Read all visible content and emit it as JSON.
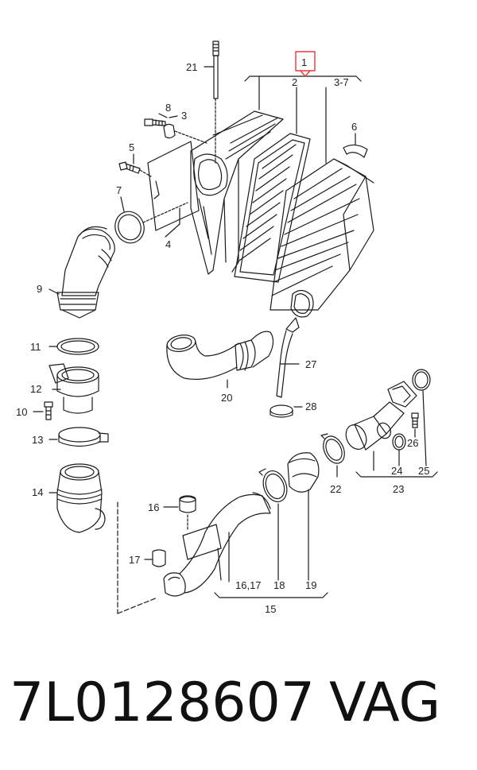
{
  "diagram": {
    "highlighted_label": "1",
    "labels": {
      "l1": "1",
      "l2": "2",
      "l37": "3-7",
      "l3": "3",
      "l4": "4",
      "l5": "5",
      "l6": "6",
      "l7": "7",
      "l8": "8",
      "l9": "9",
      "l10": "10",
      "l11": "11",
      "l12": "12",
      "l13": "13",
      "l14": "14",
      "l15": "15",
      "l16": "16",
      "l1617": "16,17",
      "l17": "17",
      "l18": "18",
      "l19": "19",
      "l20": "20",
      "l21": "21",
      "l22": "22",
      "l23": "23",
      "l24": "24",
      "l25": "25",
      "l26": "26",
      "l27": "27",
      "l28": "28"
    },
    "highlight_color": "#e8393f",
    "line_color": "#1a1a1a"
  },
  "footer": {
    "part_number": "7L0128607",
    "brand": "VAG"
  }
}
